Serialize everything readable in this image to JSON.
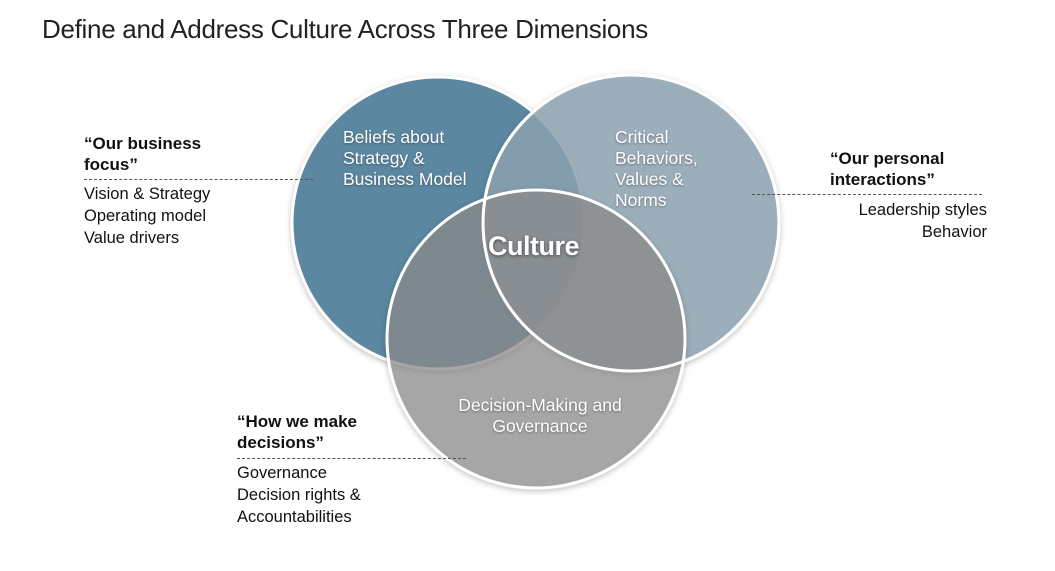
{
  "title": "Define and Address Culture Across Three Dimensions",
  "center_label": "Culture",
  "circles": {
    "strategy": {
      "lines": [
        "Beliefs about",
        "Strategy &",
        "Business Model"
      ],
      "color": "#5b87a1"
    },
    "behaviors": {
      "lines": [
        "Critical",
        "Behaviors,",
        "Values &",
        "Norms"
      ],
      "color": "#8ea3b2"
    },
    "decisions": {
      "lines": [
        "Decision-Making and",
        "Governance"
      ],
      "color": "#8d8d8d"
    }
  },
  "callouts": {
    "business": {
      "heading": [
        "“Our business",
        "focus”"
      ],
      "items": [
        "Vision & Strategy",
        "Operating model",
        "Value drivers"
      ]
    },
    "personal": {
      "heading": [
        "“Our personal",
        "interactions”"
      ],
      "items": [
        "Leadership styles",
        "Behavior"
      ]
    },
    "decisions": {
      "heading": [
        "“How we make",
        "decisions”"
      ],
      "items": [
        "Governance",
        "Decision rights &",
        "Accountabilities"
      ]
    }
  }
}
